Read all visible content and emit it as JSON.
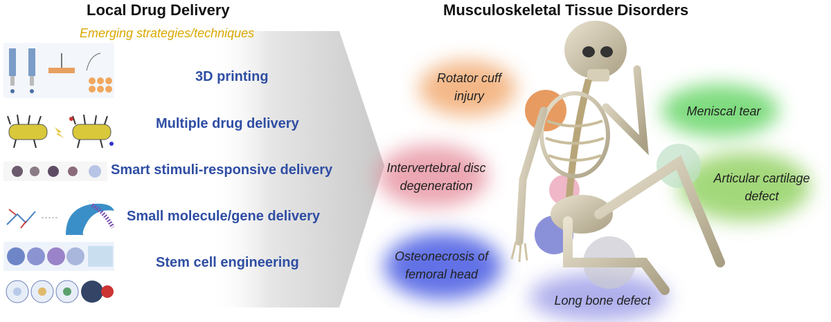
{
  "left_panel": {
    "title": "Local Drug Delivery",
    "subtitle": "Emerging strategies/techniques",
    "strategies": [
      "3D printing",
      "Multiple drug delivery",
      "Smart stimuli-responsive delivery",
      "Small molecule/gene delivery",
      "Stem cell engineering"
    ]
  },
  "right_panel": {
    "title": "Musculoskeletal Tissue Disorders",
    "disorders": {
      "rotator_cuff": "Rotator cuff injury",
      "meniscal": "Meniscal tear",
      "intervertebral": "Intervertebral disc degeneration",
      "cartilage": "Articular cartilage defect",
      "osteonecrosis": "Osteonecrosis of femoral head",
      "long_bone": "Long bone defect"
    }
  },
  "colors": {
    "strategy_text": "#2f4ea3",
    "subtitle_text": "#d9a800",
    "rotator_cuff_glow": "#f0a060",
    "meniscal_glow": "#5fd35f",
    "intervertebral_glow": "#e58a9a",
    "cartilage_glow": "#8ccf5a",
    "osteonecrosis_glow": "#3a4fe0",
    "long_bone_glow": "#7a7ae0"
  },
  "icons": [
    "arrow-funnel-icon",
    "skeleton-figure-icon",
    "nozzle-printing-icon",
    "nanoparticle-icon",
    "stem-cell-icon"
  ]
}
